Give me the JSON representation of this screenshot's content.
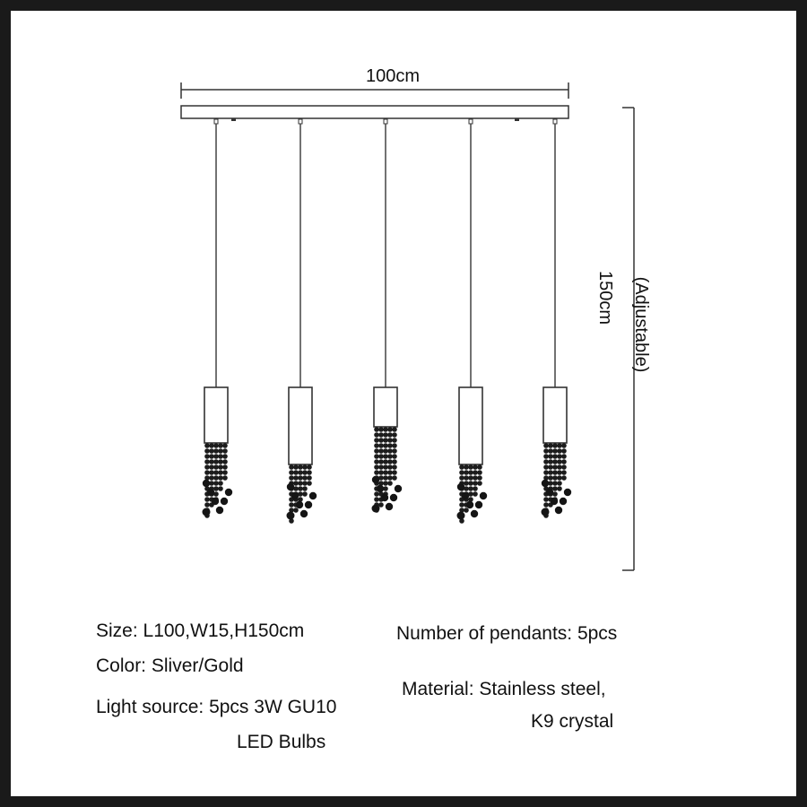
{
  "dimensions": {
    "length_label": "100cm",
    "height_label": "150cm",
    "height_note": "(Adjustable)"
  },
  "pendant_count": 5,
  "specs": {
    "size": "Size: L100,W15,H150cm",
    "color": "Color: Sliver/Gold",
    "light_source_line1": "Light source: 5pcs 3W GU10",
    "light_source_line2": "LED Bulbs",
    "number_of_pendants": "Number of pendants: 5pcs",
    "material_line1": "Material: Stainless steel,",
    "material_line2": "K9 crystal"
  }
}
